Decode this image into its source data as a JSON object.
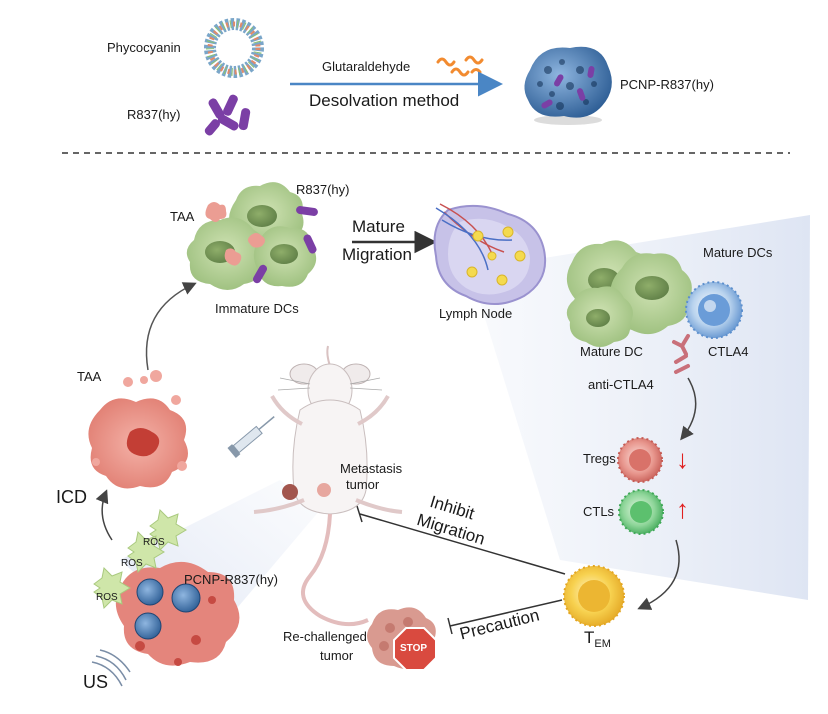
{
  "top": {
    "phycocyanin": "Phycocyanin",
    "r837": "R837(hy)",
    "glutaraldehyde": "Glutaraldehyde",
    "method": "Desolvation method",
    "product": "PCNP-R837(hy)"
  },
  "labels": {
    "taa_dc": "TAA",
    "r837_dc": "R837(hy)",
    "immature_dcs": "Immature DCs",
    "mature": "Mature",
    "migration": "Migration",
    "lymph_node": "Lymph Node",
    "mature_dcs": "Mature DCs",
    "mature_dc": "Mature DC",
    "ctla4": "CTLA4",
    "anti_ctla4": "anti-CTLA4",
    "tregs": "Tregs",
    "ctls": "CTLs",
    "tem_main": "T",
    "tem_sub": "EM",
    "taa_tumor": "TAA",
    "icd": "ICD",
    "metastasis_1": "Metastasis",
    "metastasis_2": "tumor",
    "inhibit": "Inhibit",
    "inhibit_migration": "Migration",
    "precaution": "Precaution",
    "ros_1": "ROS",
    "ros_2": "ROS",
    "ros_3": "ROS",
    "pcnp_tumor": "PCNP-R837(hy)",
    "rechallenged_1": "Re-challenged",
    "rechallenged_2": "tumor",
    "stop": "STOP",
    "us": "US"
  },
  "colors": {
    "dc_green": "#a9c98a",
    "tumor_pink": "#e8857a",
    "drug_purple": "#7b3fa5",
    "arrow_blue": "#4a86c5",
    "stop_red": "#d94a3f",
    "tem_yellow": "#f2c63a",
    "treg_red": "#d9786f",
    "ctl_green": "#6cc47a"
  },
  "icons": [
    "phycocyanin-ring-icon",
    "r837-molecule-icon",
    "glutaraldehyde-icon",
    "nanoparticle-icon",
    "mouse-icon",
    "syringe-icon",
    "lymph-node-icon",
    "stop-sign-icon",
    "ultrasound-icon"
  ]
}
